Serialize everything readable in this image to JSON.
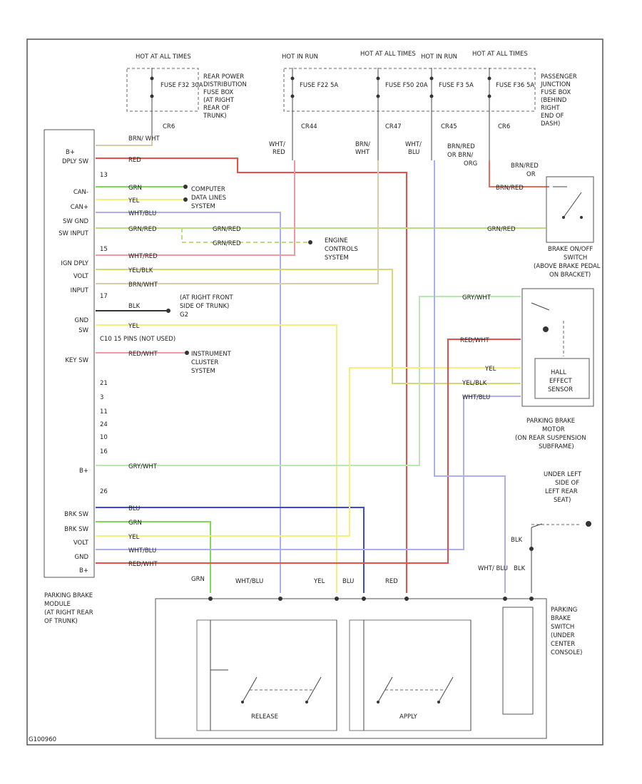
{
  "colors": {
    "green": "#7ed957",
    "yellow": "#f5f07a",
    "red": "#ec4c4c",
    "blue": "#5b66e8",
    "lavender": "#aab0ee",
    "pink": "#ee9aa0",
    "tan": "#d9ccaa",
    "lime": "#b8e07e",
    "black": "#333333",
    "lightgreen": "#b8e8b0",
    "darkblue": "#3b48e0"
  },
  "fuses": [
    {
      "hot": "HOT AT ALL TIMES",
      "fuse": "FUSE F32 30A",
      "conn": "CR6"
    },
    {
      "hot": "HOT IN RUN",
      "fuse": "FUSE F22 5A",
      "conn": "CR44"
    },
    {
      "hot": "HOT AT ALL TIMES",
      "fuse": "FUSE F50 20A",
      "conn": "CR47"
    },
    {
      "hot": "HOT IN RUN",
      "fuse": "FUSE F3 5A",
      "conn": "CR45"
    },
    {
      "hot": "HOT AT ALL TIMES",
      "fuse": "FUSE F36 5A",
      "conn": "CR6"
    }
  ],
  "rear_box_label": [
    "REAR POWER",
    "DISTRIBUTION",
    "FUSE BOX",
    "(AT RIGHT",
    "REAR OF",
    "TRUNK)"
  ],
  "pass_box_label": [
    "PASSENGER",
    "JUNCTION",
    "FUSE BOX",
    "(BEHIND",
    "RIGHT",
    "END OF",
    "DASH)"
  ],
  "module_pins": [
    "B+",
    "DPLY SW",
    "CAN-",
    "CAN+",
    "SW GND",
    "SW INPUT",
    "IGN DPLY",
    "VOLT",
    "INPUT",
    "GND",
    "SW",
    "KEY SW",
    "B+",
    "BRK SW",
    "BRK SW",
    "VOLT",
    "GND",
    "B+"
  ],
  "module_label": [
    "PARKING BRAKE",
    "MODULE",
    "(AT RIGHT REAR",
    "OF TRUNK)"
  ],
  "notes": {
    "computer": [
      "COMPUTER",
      "DATA LINES",
      "SYSTEM"
    ],
    "engine": [
      "ENGINE",
      "CONTROLS",
      "SYSTEM"
    ],
    "ground": [
      "(AT RIGHT FRONT",
      "SIDE OF TRUNK)",
      "G2"
    ],
    "notused": "C10 15 PINS (NOT USED)",
    "instrument": [
      "INSTRUMENT",
      "CLUSTER",
      "SYSTEM"
    ]
  },
  "wire_labels": {
    "brn_wht": "BRN/ WHT",
    "red": "RED",
    "grn": "GRN",
    "yel": "YEL",
    "wht_blu": "WHT/BLU",
    "grn_red": "GRN/RED",
    "wht_red": "WHT/RED",
    "yel_blk": "YEL/BLK",
    "brn_wht2": "BRN/WHT",
    "blk": "BLK",
    "red_wht": "RED/WHT",
    "gry_wht": "GRY/WHT",
    "blu": "BLU",
    "brn_red": "BRN/RED"
  },
  "brake_onoff": [
    "BRAKE ON/OFF",
    "SWITCH",
    "(ABOVE BRAKE PEDAL",
    "ON BRACKET)"
  ],
  "hall": [
    "HALL",
    "EFFECT",
    "SENSOR"
  ],
  "actuator": [
    "PARKING BRAKE",
    "MOTOR",
    "(ON REAR SUSPENSION",
    "SUBFRAME)"
  ],
  "ground_left": [
    "UNDER LEFT",
    "SIDE OF",
    "LEFT REAR",
    "SEAT)"
  ],
  "switch_label": [
    "PARKING",
    "BRAKE",
    "SWITCH",
    "(UNDER",
    "CENTER",
    "CONSOLE)"
  ],
  "bottom_wire_labels": [
    "GRN",
    "WHT/BLU",
    "YEL",
    "BLU",
    "RED",
    "WHT/ BLU",
    "BLK"
  ],
  "release": "RELEASE",
  "apply": "APPLY",
  "footer_code": "G100960"
}
